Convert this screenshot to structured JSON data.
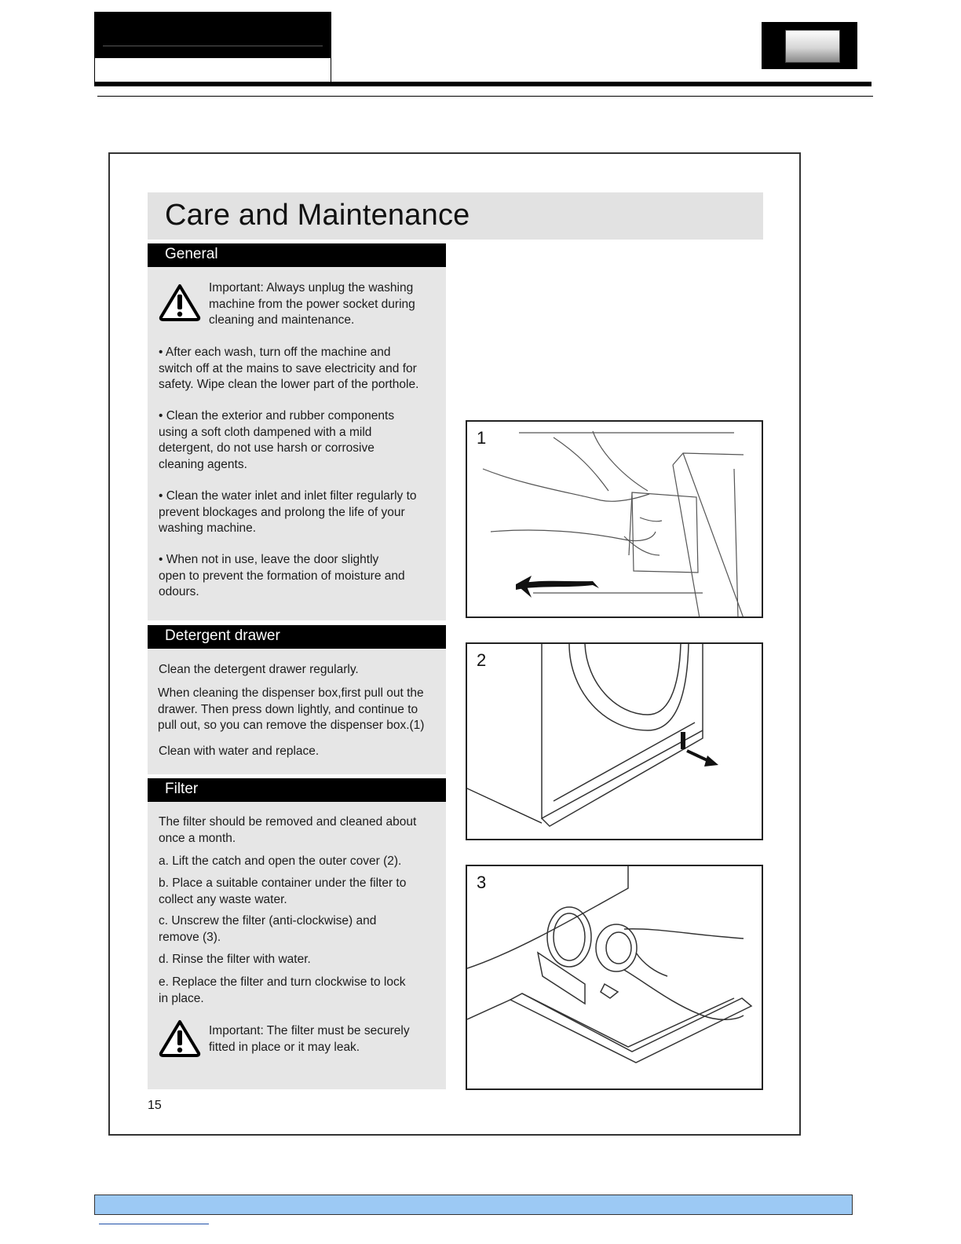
{
  "page": {
    "title": "Care and Maintenance",
    "page_number": "15"
  },
  "general": {
    "heading": "General",
    "important_lines": [
      "Important:   Always unplug the washing",
      "machine from the power socket during",
      "cleaning and maintenance."
    ],
    "bullet1": [
      "• After each wash, turn off the machine and",
      "switch off at the mains to save electricity and for",
      "safety. Wipe clean the lower part of the porthole."
    ],
    "bullet2": [
      "• Clean the exterior and rubber components",
      "using a soft cloth dampened with a mild",
      "detergent, do not use harsh or corrosive",
      "cleaning agents."
    ],
    "bullet3": [
      "• Clean the water inlet and inlet filter regularly to",
      "prevent blockages and prolong the life of your",
      "washing machine."
    ],
    "bullet4": [
      "• When not in use, leave the door slightly",
      "open to prevent the formation of moisture and",
      "odours."
    ]
  },
  "detergent": {
    "heading": "Detergent drawer",
    "p1": "Clean the detergent drawer regularly.",
    "p2": [
      "When cleaning the dispenser box,first pull out the",
      "drawer. Then press down lightly, and continue to",
      "pull out, so you can remove the dispenser box.(1)"
    ],
    "p3": "Clean with water and replace."
  },
  "filter": {
    "heading": "Filter",
    "intro": [
      "The filter should be removed and cleaned about",
      "once a month."
    ],
    "step_a": "a. Lift the catch and open the outer cover  (2).",
    "step_b": [
      "b. Place a suitable container under the filter to",
      "collect any waste water."
    ],
    "step_c": [
      "c. Unscrew the filter (anti-clockwise) and",
      "remove (3)."
    ],
    "step_d": "d. Rinse the filter with water.",
    "step_e": [
      "e. Replace the filter and turn clockwise to lock",
      "in place."
    ],
    "important_lines": [
      "Important:   The filter must be securely",
      "fitted in place or it may leak."
    ]
  },
  "figures": {
    "fig1_label": "1",
    "fig2_label": "2",
    "fig3_label": "3"
  },
  "icons": [
    "warning-triangle-icon",
    "brand-logo"
  ]
}
